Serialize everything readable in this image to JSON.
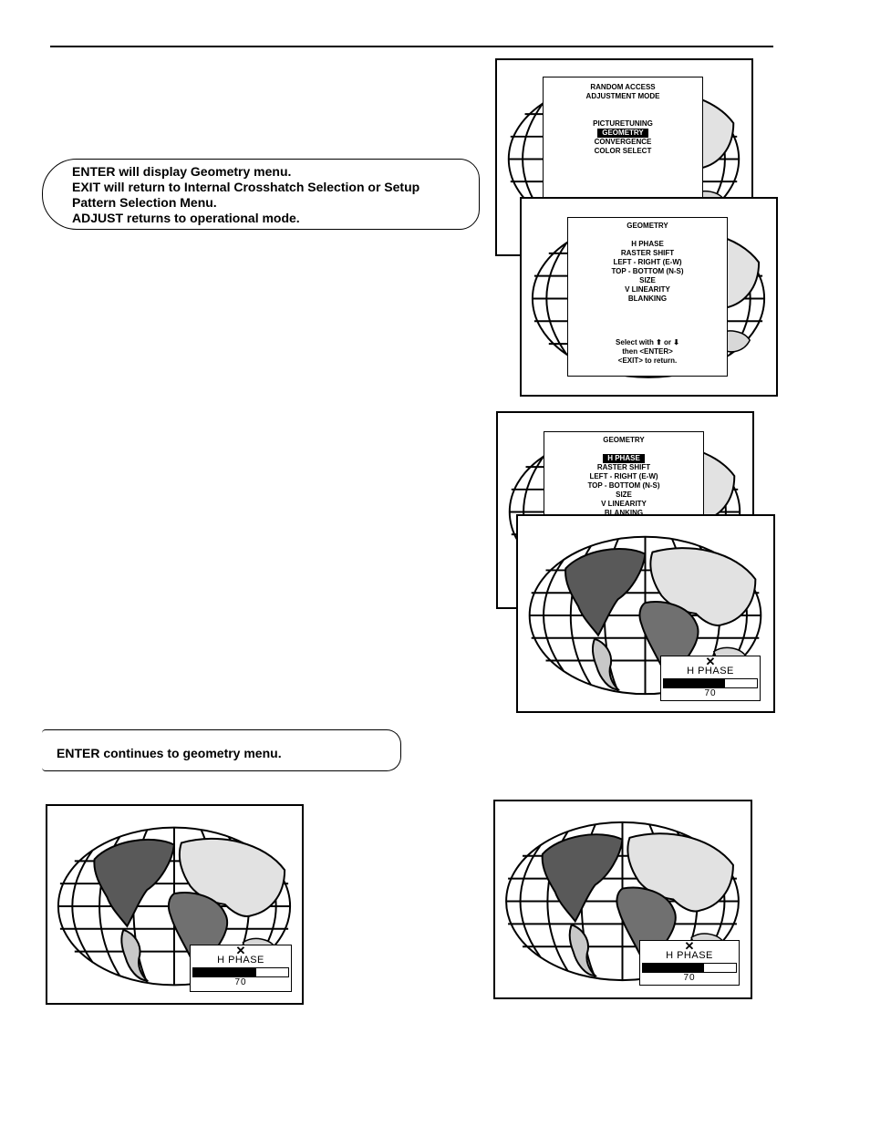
{
  "callout_top": {
    "lines": [
      "ENTER will display Geometry menu.",
      "EXIT will return to Internal Crosshatch Selection or Setup",
      "Pattern Selection Menu.",
      "ADJUST returns to operational mode."
    ]
  },
  "callout_bottom": {
    "text": "ENTER continues to geometry menu."
  },
  "random_access_menu": {
    "title1": "RANDOM ACCESS",
    "title2": "ADJUSTMENT MODE",
    "items": [
      "PICTURETUNING",
      "GEOMETRY",
      "CONVERGENCE",
      "COLOR SELECT"
    ],
    "selected": "GEOMETRY"
  },
  "geometry_menu": {
    "title": "GEOMETRY",
    "items": [
      "H PHASE",
      "RASTER SHIFT",
      "LEFT - RIGHT (E-W)",
      "TOP - BOTTOM (N-S)",
      "SIZE",
      "V LINEARITY",
      "BLANKING"
    ],
    "selected": "H PHASE",
    "footer1": "Select with",
    "footer_or": "or",
    "footer2": "then <ENTER>",
    "footer3": "<EXIT> to return."
  },
  "hphase_box": {
    "icon": "x-cross-icon",
    "label": "H PHASE",
    "value": "70",
    "level_fraction": 0.66
  }
}
